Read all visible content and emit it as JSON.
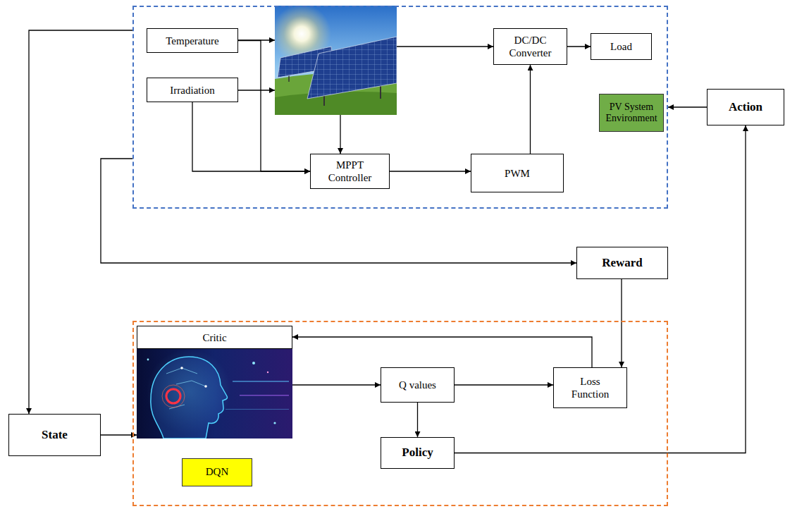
{
  "diagram": {
    "nodes": [
      {
        "text": [
          "PV System Environment"
        ]
      },
      {
        "text": [
          "Temperature"
        ],
        "in": 0
      },
      {
        "text": [
          "Irradiation"
        ],
        "in": 0
      },
      {
        "text": [
          "DC/DC Converter"
        ],
        "in": 0
      },
      {
        "text": [
          "Load"
        ],
        "in": 0
      },
      {
        "text": [
          "MPPT Controller"
        ],
        "in": 0
      },
      {
        "text": [
          "PWM"
        ],
        "in": 0
      },
      {
        "text": [
          "Action"
        ]
      },
      {
        "text": [
          "Reward"
        ]
      },
      {
        "text": [
          "State"
        ]
      },
      {
        "text": [
          "DQN"
        ]
      },
      {
        "text": [
          "Critic"
        ],
        "in": 10
      },
      {
        "text": [
          "Q values"
        ],
        "in": 10
      },
      {
        "text": [
          "Loss Function"
        ],
        "in": 10
      },
      {
        "text": [
          "Policy"
        ],
        "in": 10
      }
    ],
    "edges": [
      {
        "from": 1,
        "to": 5,
        "arrow": "to"
      },
      {
        "from": 2,
        "to": 5,
        "arrow": "to"
      },
      {
        "from": 3,
        "to": 4,
        "arrow": "to"
      },
      {
        "from": 5,
        "to": 6,
        "arrow": "to"
      },
      {
        "from": 6,
        "to": 3,
        "arrow": "to"
      },
      {
        "from": 7,
        "to": 0,
        "arrow": "to"
      },
      {
        "from": 0,
        "to": 9,
        "arrow": "to"
      },
      {
        "from": 0,
        "to": 8,
        "arrow": "to"
      },
      {
        "from": 8,
        "to": 13,
        "arrow": "to"
      },
      {
        "from": 9,
        "to": 11,
        "arrow": "to"
      },
      {
        "from": 11,
        "to": 12,
        "arrow": "to"
      },
      {
        "from": 12,
        "to": 13,
        "arrow": "to"
      },
      {
        "from": 12,
        "to": 14,
        "arrow": "to"
      },
      {
        "from": 13,
        "to": 11,
        "arrow": "to"
      },
      {
        "from": 14,
        "to": 7,
        "arrow": "to"
      }
    ]
  }
}
